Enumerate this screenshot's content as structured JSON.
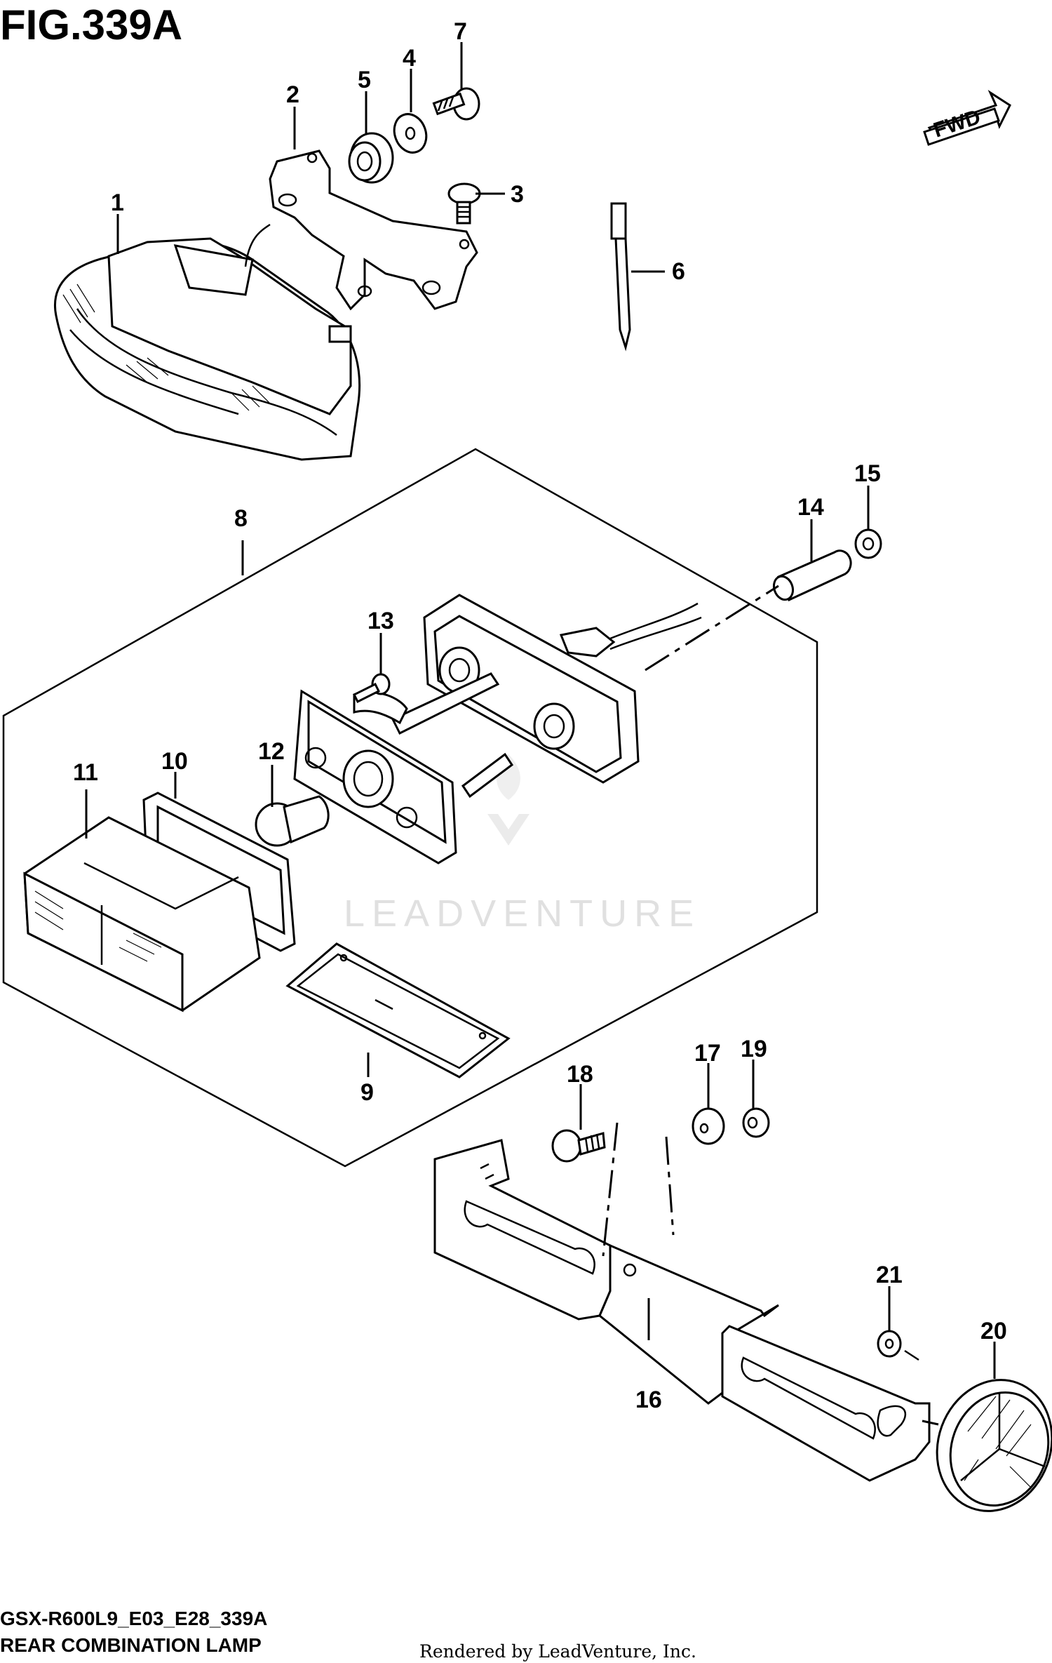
{
  "figure_title": "FIG.339A",
  "fwd_label": "FWD",
  "callouts": [
    "1",
    "2",
    "3",
    "4",
    "5",
    "6",
    "7",
    "8",
    "9",
    "10",
    "11",
    "12",
    "13",
    "14",
    "15",
    "16",
    "17",
    "18",
    "19",
    "20",
    "21"
  ],
  "footer": {
    "model_code": "GSX-R600L9_E03_E28_339A",
    "diagram_name": "REAR COMBINATION LAMP",
    "credit": "Rendered by LeadVenture, Inc."
  },
  "watermark": "LEADVENTURE"
}
